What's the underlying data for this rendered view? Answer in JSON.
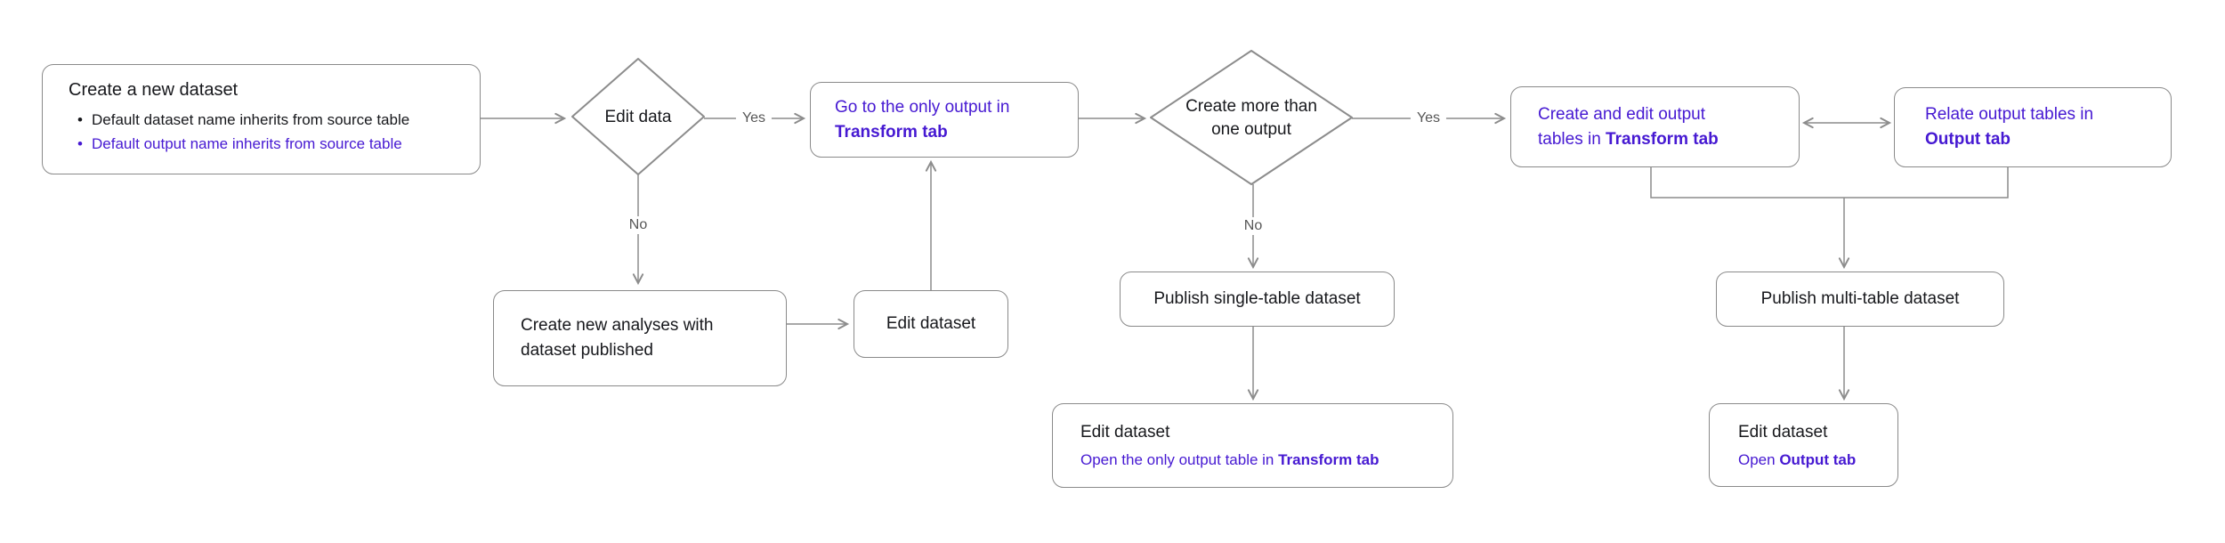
{
  "diagram": {
    "colors": {
      "accent_purple": "#4619d2",
      "node_border_gray": "#8a8a8a",
      "connector_gray": "#8c8c8c",
      "text_black": "#17181c",
      "edge_label_gray": "#565656"
    },
    "nodes": {
      "create_dataset": {
        "title": "Create a new dataset",
        "bullet1": "Default dataset name inherits from source table",
        "bullet2": "Default output name inherits from source table"
      },
      "edit_data": {
        "label": "Edit data"
      },
      "go_to_output": {
        "line1": "Go to the only output in",
        "line2": "Transform tab"
      },
      "create_more": {
        "line1": "Create more than",
        "line2": "one output"
      },
      "create_edit_tables": {
        "line1": "Create and edit output",
        "line2_prefix": "tables in ",
        "line2_bold": "Transform tab"
      },
      "relate_tables": {
        "line1": "Relate output tables in",
        "line2": "Output tab"
      },
      "create_analyses": {
        "line1": "Create new analyses with",
        "line2": "dataset published"
      },
      "edit_dataset_small": {
        "label": "Edit dataset"
      },
      "publish_single": {
        "label": "Publish single-table dataset"
      },
      "publish_multi": {
        "label": "Publish multi-table dataset"
      },
      "edit_dataset_single": {
        "title": "Edit dataset",
        "sub_prefix": "Open the only output table in ",
        "sub_bold": "Transform tab"
      },
      "edit_dataset_multi": {
        "title": "Edit dataset",
        "sub_prefix": "Open ",
        "sub_bold": "Output tab"
      }
    },
    "edge_labels": {
      "yes1": "Yes",
      "no1": "No",
      "yes2": "Yes",
      "no2": "No"
    }
  }
}
